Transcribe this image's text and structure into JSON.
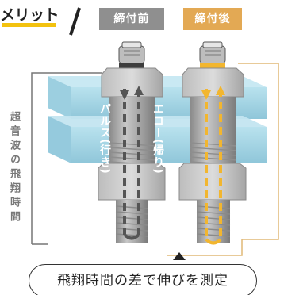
{
  "header": {
    "merit_label": "メリット",
    "before_label": "締付前",
    "after_label": "締付後"
  },
  "annotations": {
    "flight_time": "超音波の飛翔時間",
    "pulse_out": "パルス(行き)",
    "echo_back": "エコー(帰り)"
  },
  "caption": "飛翔時間の差で伸びを測定",
  "colors": {
    "accent_yellow": "#f3c20f",
    "before_gray": "#8f8f8f",
    "after_orange": "#e3a954",
    "block_blue": "#a9d8e6",
    "bolt_gray": "#a7a7a7",
    "arrow_yellow": "#f2b62f"
  }
}
